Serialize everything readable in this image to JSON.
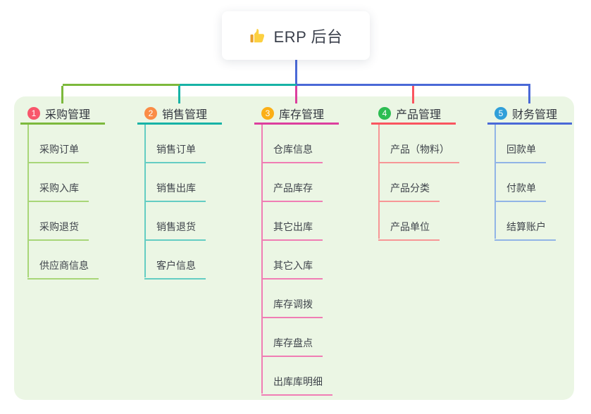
{
  "root": {
    "title": "ERP 后台",
    "icon": "thumbs-up-icon"
  },
  "colors": {
    "panel_bg": "#ebf6e4",
    "root_connector": "#4a69d7",
    "card_bg": "#ffffff",
    "root_text": "#3b404c",
    "header_text": "#33373f",
    "child_text": "#3f444b"
  },
  "branches": [
    {
      "index": "1",
      "label": "采购管理",
      "badge_color": "#f8566b",
      "line_color": "#7cb93c",
      "light_color": "#a8d678",
      "children": [
        "采购订单",
        "采购入库",
        "采购退货",
        "供应商信息"
      ]
    },
    {
      "index": "2",
      "label": "销售管理",
      "badge_color": "#fa8c46",
      "line_color": "#17b3a6",
      "light_color": "#64cdc3",
      "children": [
        "销售订单",
        "销售出库",
        "销售退货",
        "客户信息"
      ]
    },
    {
      "index": "3",
      "label": "库存管理",
      "badge_color": "#fbaf17",
      "line_color": "#dc3f9e",
      "light_color": "#f07db4",
      "children": [
        "仓库信息",
        "产品库存",
        "其它出库",
        "其它入库",
        "库存调拨",
        "库存盘点",
        "出库库明细"
      ]
    },
    {
      "index": "4",
      "label": "产品管理",
      "badge_color": "#2dbd52",
      "line_color": "#fa555f",
      "light_color": "#f79696",
      "children": [
        "产品（物料）",
        "产品分类",
        "产品单位"
      ]
    },
    {
      "index": "5",
      "label": "财务管理",
      "badge_color": "#309fd9",
      "line_color": "#4a69d7",
      "light_color": "#91b4e6",
      "children": [
        "回款单",
        "付款单",
        "结算账户"
      ]
    }
  ]
}
